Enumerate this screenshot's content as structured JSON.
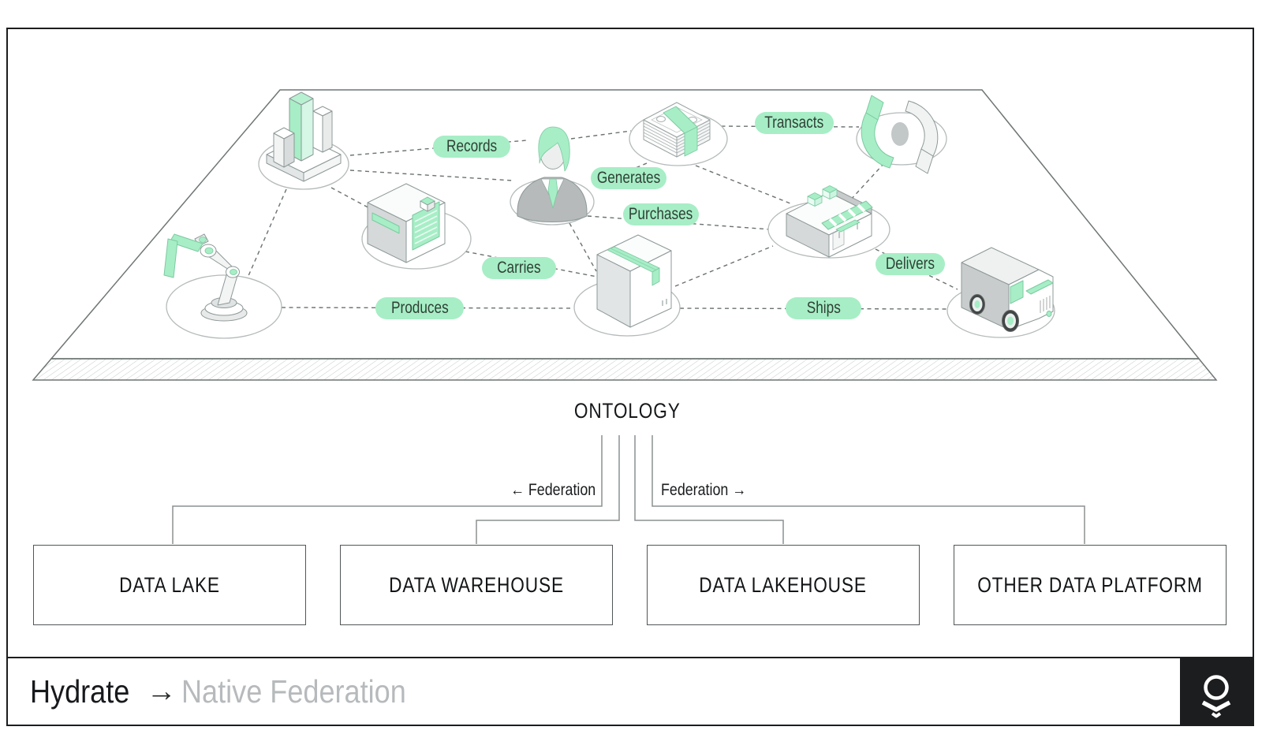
{
  "accent_color": "#a7eec6",
  "diagram": {
    "ontology_label": "ONTOLOGY",
    "federation_left": "← Federation",
    "federation_right": "Federation →",
    "relationships": [
      {
        "label": "Records"
      },
      {
        "label": "Generates"
      },
      {
        "label": "Transacts"
      },
      {
        "label": "Purchases"
      },
      {
        "label": "Carries"
      },
      {
        "label": "Produces"
      },
      {
        "label": "Ships"
      },
      {
        "label": "Delivers"
      }
    ],
    "entities": [
      "bar-chart",
      "robotic-arm",
      "factory",
      "person",
      "cash-stack",
      "exchange-arrows",
      "storefront",
      "package-box",
      "delivery-truck"
    ],
    "platforms": [
      {
        "label": "DATA LAKE"
      },
      {
        "label": "DATA WAREHOUSE"
      },
      {
        "label": "DATA LAKEHOUSE"
      },
      {
        "label": "OTHER DATA PLATFORM"
      }
    ]
  },
  "footer": {
    "title": "Hydrate",
    "arrow": "→",
    "subtitle": "Native Federation",
    "logo": "palantir-logo"
  }
}
